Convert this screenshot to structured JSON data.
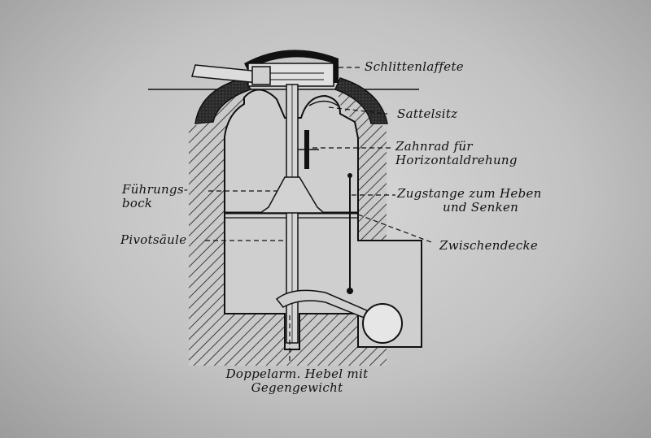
{
  "labels": {
    "schlittenlaffete": "Schlittenlaffete",
    "sattelsitz": "Sattelsitz",
    "zahnrad": {
      "line1": "Zahnrad für",
      "line2": "Horizontaldrehung"
    },
    "fuehrungsbock": {
      "line1": "Führungs-",
      "line2": "bock"
    },
    "zugstange": {
      "line1": "Zugstange zum Heben",
      "line2": "und Senken"
    },
    "pivotsaeule": "Pivotsäule",
    "zwischendecke": "Zwischendecke",
    "hebel": {
      "line1": "Doppelarm. Hebel mit",
      "line2": "Gegengewicht"
    }
  }
}
